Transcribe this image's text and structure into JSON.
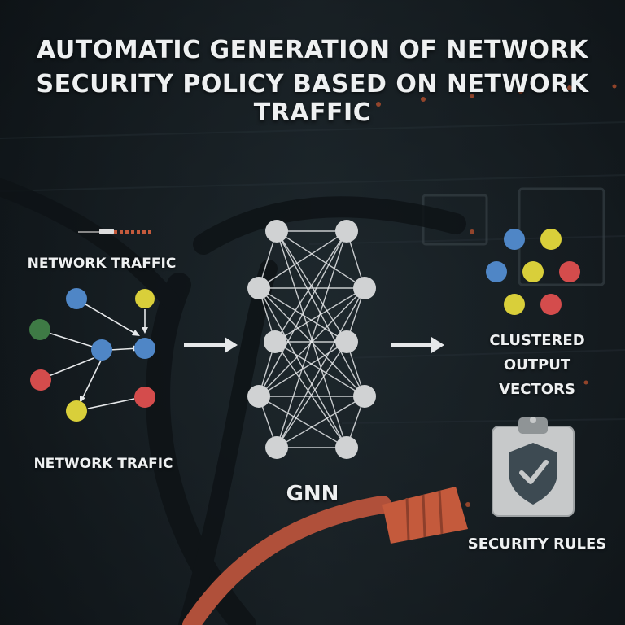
{
  "title": {
    "line1": "AUTOMATIC GENERATION OF NETWORK",
    "line2": "SECURITY POLICY BASED ON NETWORK TRAFFIC"
  },
  "labels": {
    "traffic_top": "NETWORK TRAFFIC",
    "traffic_bottom": "NETWORK TRAFIC",
    "gnn": "GNN",
    "clustered_line1": "CLUSTERED",
    "clustered_line2": "OUTPUT",
    "clustered_line3": "VECTORS",
    "security_rules": "SECURITY RULES"
  },
  "colors": {
    "blue": "#4f86c6",
    "yellow": "#d9cf3a",
    "green": "#3e7a45",
    "red": "#d44c4c",
    "gnn_node": "#d0d2d3",
    "edge": "#e6e8ea",
    "clipboard": "#c7c9ca",
    "shield": "#3d4a52",
    "cable": "#c45a3c"
  },
  "icons": [
    "network-traffic-graph",
    "gnn-network",
    "arrow-right-icon",
    "clipboard-icon",
    "shield-check-icon"
  ]
}
